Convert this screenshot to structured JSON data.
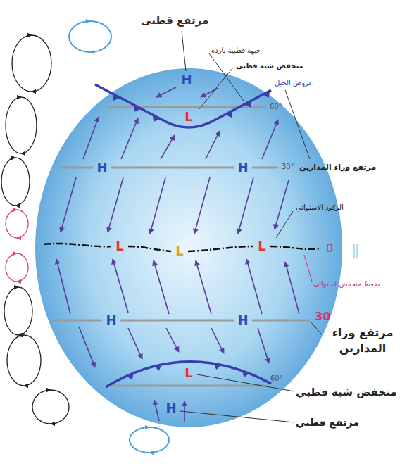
{
  "diagram": {
    "labels": [
      "مرتفع قطبى",
      "جبهة قطبية باردة",
      "منخفض شبه قطبى",
      "H",
      "عروض الخيل",
      "60°",
      "L",
      "مرتفع وراء المدارين",
      "H",
      "H",
      "30°",
      "الركود الاستوائي",
      "L",
      "L",
      "L",
      "0",
      "ضغط منخفض استوائي",
      "H",
      "H",
      "30",
      "مرتفع وراء المدارين",
      "L",
      "60°",
      "منخفض شبه قطبي",
      "H",
      "مرتفع قطبي"
    ]
  }
}
